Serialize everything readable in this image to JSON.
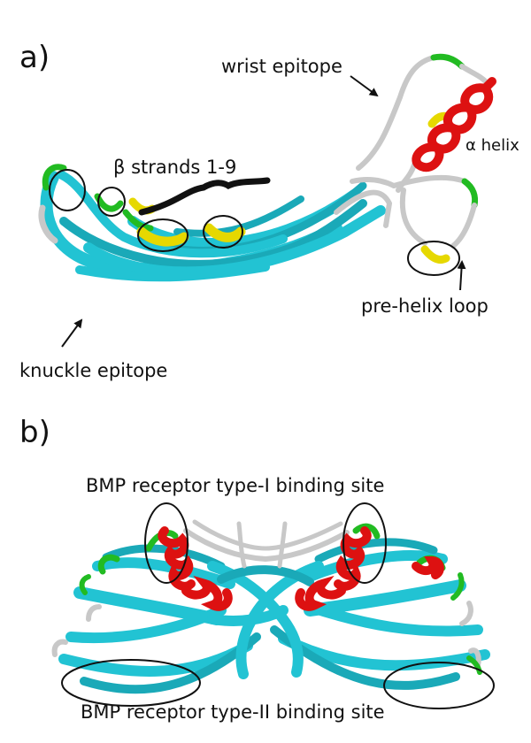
{
  "panels": {
    "a": {
      "letter": "a)"
    },
    "b": {
      "letter": "b)"
    }
  },
  "labels": {
    "wrist": "wrist epitope",
    "beta": "β strands 1-9",
    "alpha": "α helix",
    "prehelix": "pre-helix loop",
    "knuckle": "knuckle epitope",
    "type1": "BMP receptor type-I binding site",
    "type2": "BMP receptor type-II binding site"
  },
  "colors": {
    "strand": "#22c3d3",
    "helix": "#dd1111",
    "turn": "#22bb22",
    "loop": "#c8c8c8",
    "bend": "#e6d800",
    "outline": "#000000"
  }
}
